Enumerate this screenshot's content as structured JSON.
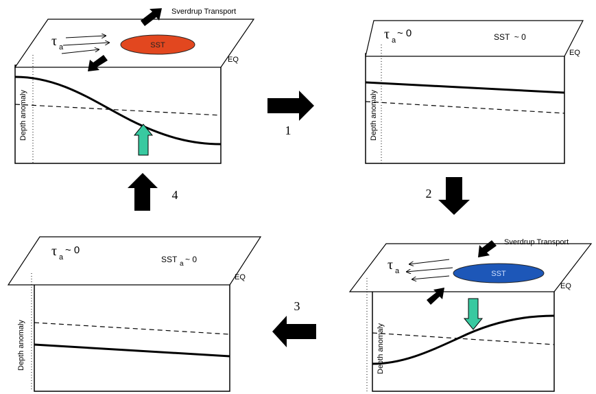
{
  "panels": {
    "p1": {
      "tau": "τ",
      "tau_sub": "a",
      "oval_label": "SST",
      "sverdrup": "Sverdrup Transport",
      "eq": "EQ",
      "depth_label": "Depth anomaly"
    },
    "p2": {
      "tau": "τ",
      "tau_sub": "a",
      "tau_value": "~ 0",
      "sst_text": "SST  ~ 0",
      "eq": "EQ",
      "depth_label": "Depth anomaly"
    },
    "p3": {
      "tau": "τ",
      "tau_sub": "a",
      "oval_label": "SST",
      "sverdrup": "Sverdrup Transport",
      "eq": "EQ",
      "depth_label": "Depth anomaly"
    },
    "p4": {
      "tau": "τ",
      "tau_sub": "a",
      "tau_value": "~ 0",
      "sst_main": "SST",
      "sst_sub": "a",
      "sst_value": "~ 0",
      "eq": "EQ",
      "depth_label": "Depth anomaly"
    }
  },
  "steps": {
    "s1": "1",
    "s2": "2",
    "s3": "3",
    "s4": "4"
  },
  "colors": {
    "warm_sst": "#e2471f",
    "cool_sst": "#1d57b8",
    "upwelling_arrow": "#38c9a0",
    "outline": "#000000"
  }
}
